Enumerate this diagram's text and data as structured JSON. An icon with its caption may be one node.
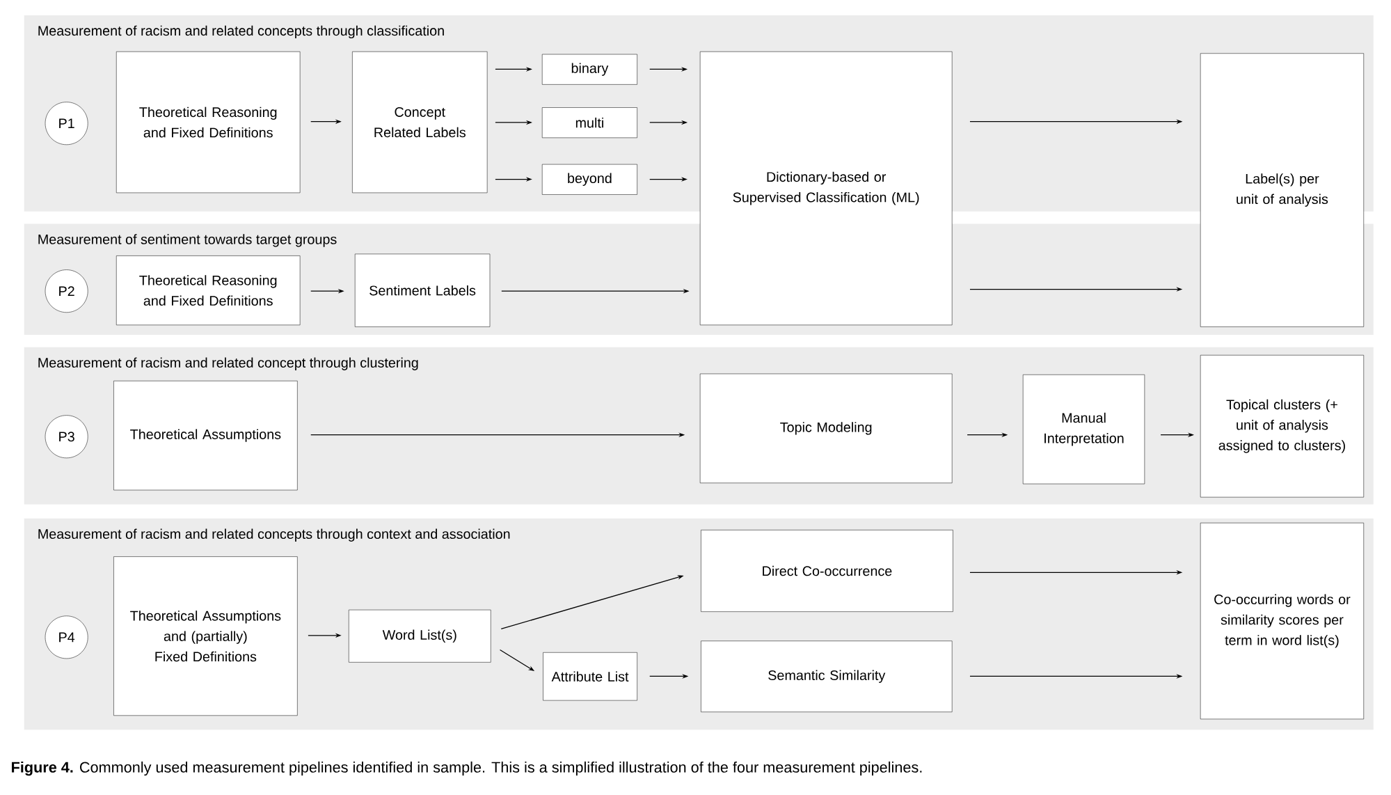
{
  "diagram": {
    "caption": "**Figure 4.** Commonly used measurement pipelines identified in sample. This is a simplified illustration of the four measurement pipelines.",
    "nodes": [
      {
        "text": [
          "Measurement of racism and related concepts through classification"
        ]
      },
      {
        "text": [
          "P1"
        ],
        "in": 0
      },
      {
        "text": [
          "Theoretical Reasoning and Fixed Definitions"
        ],
        "in": 0
      },
      {
        "text": [
          "Concept Related Labels"
        ],
        "in": 0
      },
      {
        "text": [
          "binary"
        ],
        "in": 0
      },
      {
        "text": [
          "multi"
        ],
        "in": 0
      },
      {
        "text": [
          "beyond"
        ],
        "in": 0
      },
      {
        "text": [
          "Measurement of sentiment towards target groups"
        ]
      },
      {
        "text": [
          "P2"
        ],
        "in": 7
      },
      {
        "text": [
          "Theoretical Reasoning and Fixed Definitions"
        ],
        "in": 7
      },
      {
        "text": [
          "Sentiment Labels"
        ],
        "in": 7
      },
      {
        "text": [
          "Dictionary-based or Supervised Classification (ML)"
        ]
      },
      {
        "text": [
          "Label(s) per unit of analysis"
        ]
      },
      {
        "text": [
          "Measurement of racism and related concept through clustering"
        ]
      },
      {
        "text": [
          "P3"
        ],
        "in": 13
      },
      {
        "text": [
          "Theoretical Assumptions"
        ],
        "in": 13
      },
      {
        "text": [
          "Topic Modeling"
        ],
        "in": 13
      },
      {
        "text": [
          "Manual Interpretation"
        ],
        "in": 13
      },
      {
        "text": [
          "Topical clusters (+ unit of analysis assigned to clusters)"
        ],
        "in": 13
      },
      {
        "text": [
          "Measurement of racism and related concepts through context and association"
        ]
      },
      {
        "text": [
          "P4"
        ],
        "in": 19
      },
      {
        "text": [
          "Theoretical Assumptions and (partially) Fixed Definitions"
        ],
        "in": 19
      },
      {
        "text": [
          "Word List(s)"
        ],
        "in": 19
      },
      {
        "text": [
          "Direct Co-occurrence"
        ],
        "in": 19
      },
      {
        "text": [
          "Attribute List"
        ],
        "in": 19
      },
      {
        "text": [
          "Semantic Similarity"
        ],
        "in": 19
      },
      {
        "text": [
          "Co-occurring words or similarity scores per term in word list(s)"
        ],
        "in": 19
      }
    ],
    "edges": [
      {
        "from": 2,
        "to": 3,
        "arrow": "to"
      },
      {
        "from": 3,
        "to": 4,
        "arrow": "to"
      },
      {
        "from": 3,
        "to": 5,
        "arrow": "to"
      },
      {
        "from": 3,
        "to": 6,
        "arrow": "to"
      },
      {
        "from": 4,
        "to": 11,
        "arrow": "to"
      },
      {
        "from": 5,
        "to": 11,
        "arrow": "to"
      },
      {
        "from": 6,
        "to": 11,
        "arrow": "to"
      },
      {
        "from": 11,
        "to": 12,
        "arrow": "to"
      },
      {
        "from": 9,
        "to": 10,
        "arrow": "to"
      },
      {
        "from": 10,
        "to": 11,
        "arrow": "to"
      },
      {
        "from": 11,
        "to": 12,
        "arrow": "to"
      },
      {
        "from": 15,
        "to": 16,
        "arrow": "to"
      },
      {
        "from": 16,
        "to": 17,
        "arrow": "to"
      },
      {
        "from": 17,
        "to": 18,
        "arrow": "to"
      },
      {
        "from": 21,
        "to": 22,
        "arrow": "to"
      },
      {
        "from": 22,
        "to": 23,
        "arrow": "to"
      },
      {
        "from": 22,
        "to": 24,
        "arrow": "to"
      },
      {
        "from": 24,
        "to": 25,
        "arrow": "to"
      },
      {
        "from": 23,
        "to": 26,
        "arrow": "to"
      },
      {
        "from": 25,
        "to": 26,
        "arrow": "to"
      }
    ]
  }
}
